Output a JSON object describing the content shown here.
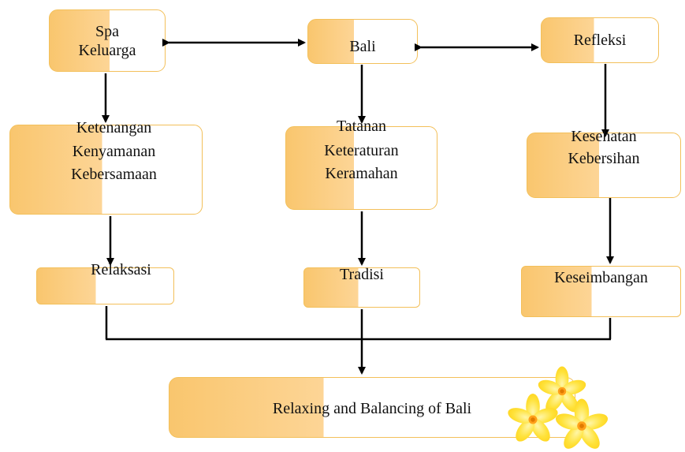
{
  "diagram": {
    "top": {
      "spa": [
        "Spa",
        "Keluarga"
      ],
      "bali": "Bali",
      "refleksi": "Refleksi"
    },
    "middle": {
      "left": [
        "Ketenangan",
        "Kenyamanan",
        "Kebersamaan"
      ],
      "center": [
        "Tatanan",
        "Keteraturan",
        "Keramahan"
      ],
      "right": [
        "Kesehatan",
        "Kebersihan"
      ]
    },
    "lower": {
      "left": "Relaksasi",
      "center": "Tradisi",
      "right": "Keseimbangan"
    },
    "bottom": "Relaxing and Balancing of Bali",
    "colors": {
      "box_fill": "#f9c66e",
      "box_border": "#f3c05a",
      "flower": "#ffe14a"
    }
  }
}
